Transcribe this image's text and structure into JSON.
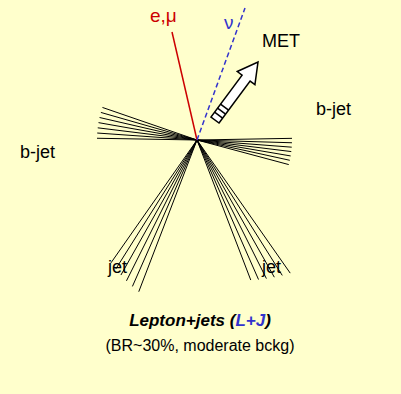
{
  "diagram": {
    "caption": "Lepton+jets (L+J)",
    "labels": [
      "e,μ",
      "ν",
      "MET",
      "b-jet",
      "b-jet",
      "jet",
      "jet",
      "(BR~30%, moderate bckg)"
    ]
  }
}
